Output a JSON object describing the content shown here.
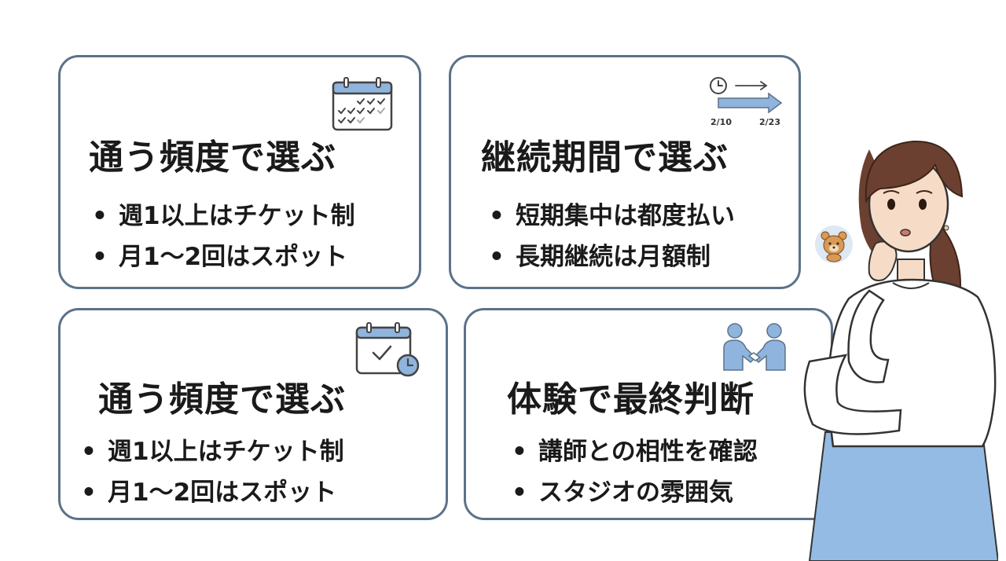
{
  "cards": [
    {
      "title": "通う頻度で選ぶ",
      "bullets": [
        "週1以上はチケット制",
        "月1〜2回はスポット"
      ],
      "icon": "calendar-checklist-icon"
    },
    {
      "title": "継続期間で選ぶ",
      "bullets": [
        "短期集中は都度払い",
        "長期継続は月額制"
      ],
      "icon": "timeline-arrow-icon",
      "timeline": {
        "start": "2/10",
        "end": "2/23"
      }
    },
    {
      "title": "通う頻度で選ぶ",
      "bullets": [
        "週1以上はチケット制",
        "月1〜2回はスポット"
      ],
      "icon": "calendar-clock-icon"
    },
    {
      "title": "体験で最終判断",
      "bullets": [
        "講師との相性を確認",
        "スタジオの雰囲気"
      ],
      "icon": "handshake-icon"
    }
  ],
  "colors": {
    "border": "#5b7289",
    "accent": "#8fb4de",
    "skirt": "#94bbe3"
  }
}
